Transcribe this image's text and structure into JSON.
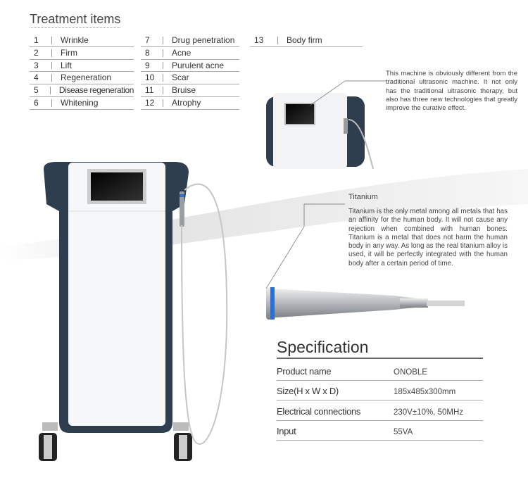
{
  "treatment": {
    "title": "Treatment items",
    "items": [
      {
        "n": "1",
        "label": "Wrinkle"
      },
      {
        "n": "2",
        "label": "Firm"
      },
      {
        "n": "3",
        "label": "Lift"
      },
      {
        "n": "4",
        "label": "Regeneration"
      },
      {
        "n": "5",
        "label": "Disease regeneration"
      },
      {
        "n": "6",
        "label": "Whitening"
      },
      {
        "n": "7",
        "label": "Drug penetration"
      },
      {
        "n": "8",
        "label": "Acne"
      },
      {
        "n": "9",
        "label": "Purulent acne"
      },
      {
        "n": "10",
        "label": "Scar"
      },
      {
        "n": "11",
        "label": "Bruise"
      },
      {
        "n": "12",
        "label": "Atrophy"
      },
      {
        "n": "13",
        "label": "Body firm"
      }
    ]
  },
  "machine_callout": "This machine is obviously different from the traditional ultrasonic machine. It not only has the traditional ultrasonic therapy, but also has three new technologies that greatly improve the curative effect.",
  "titanium": {
    "title": "Titanium",
    "text": "Titanium is the only metal among all metals that has an affinity for the human body. It will not cause any rejection when combined with human bones. Titanium is a metal that does not harm the human body in any way. As long as the real titanium alloy is used, it will be perfectly integrated with the human body after a certain period of time."
  },
  "spec": {
    "title": "Specification",
    "rows": [
      {
        "k": "Product name",
        "v": "ONOBLE"
      },
      {
        "k": "Size(H x W x D)",
        "v": "185x485x300mm"
      },
      {
        "k": "Electrical connections",
        "v": "230V±10%, 50MHz"
      },
      {
        "k": "Input",
        "v": "55VA"
      }
    ]
  },
  "colors": {
    "body_dark": "#2e3e4e",
    "accent_blue": "#2a6fd6"
  }
}
